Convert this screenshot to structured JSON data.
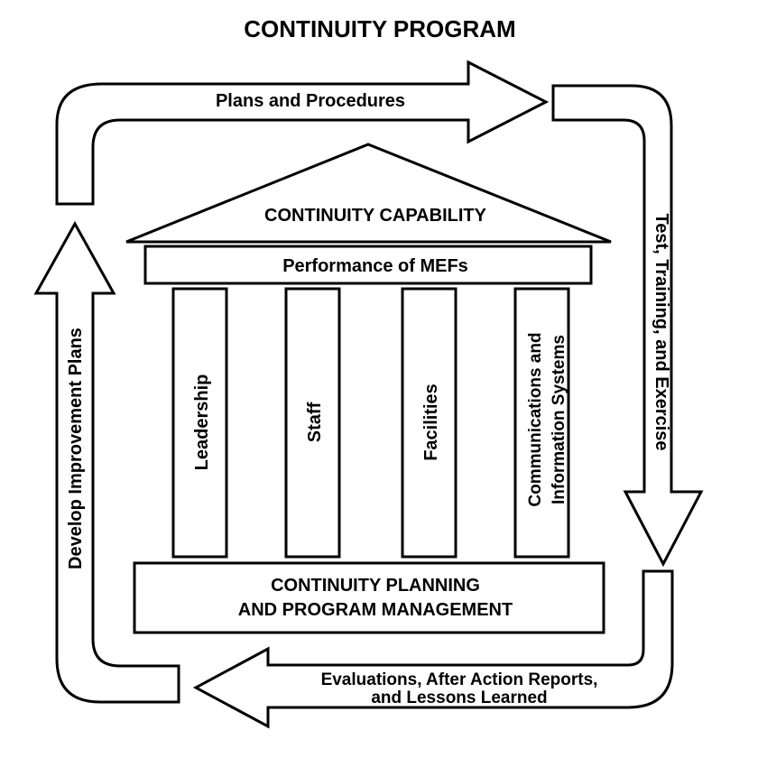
{
  "title": "CONTINUITY PROGRAM",
  "cycle": {
    "top": "Plans and Procedures",
    "right": "Test, Training, and Exercise",
    "bottom_line1": "Evaluations, After Action Reports,",
    "bottom_line2": "and Lessons Learned",
    "left": "Develop Improvement Plans"
  },
  "structure": {
    "roof": "CONTINUITY CAPABILITY",
    "beam": "Performance of MEFs",
    "pillars": [
      {
        "line1": "Leadership"
      },
      {
        "line1": "Staff"
      },
      {
        "line1": "Facilities"
      },
      {
        "line1": "Communications and",
        "line2": "Information Systems"
      }
    ],
    "base_line1": "CONTINUITY PLANNING",
    "base_line2": "AND PROGRAM MANAGEMENT"
  },
  "colors": {
    "stroke": "#000000",
    "fill": "#ffffff",
    "text": "#000000"
  }
}
